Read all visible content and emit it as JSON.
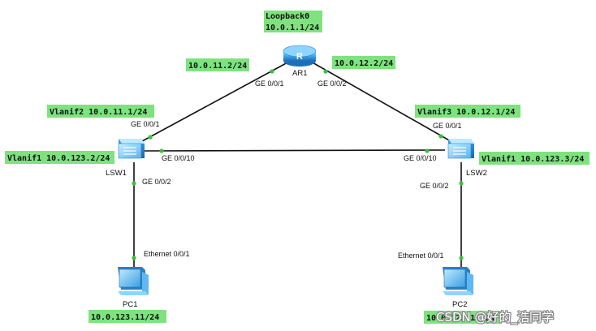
{
  "devices": {
    "ar1": "AR1",
    "lsw1": "LSW1",
    "lsw2": "LSW2",
    "pc1": "PC1",
    "pc2": "PC2"
  },
  "ip_labels": {
    "loopback_name": "Loopback0",
    "loopback_ip": "10.0.1.1/24",
    "ar1_ge001": "10.0.11.2/24",
    "ar1_ge002": "10.0.12.2/24",
    "lsw1_vlanif2": "Vlanif2 10.0.11.1/24",
    "lsw1_vlanif1": "Vlanif1 10.0.123.2/24",
    "lsw2_vlanif3": "Vlanif3 10.0.12.1/24",
    "lsw2_vlanif1": "Vlanif1 10.0.123.3/24",
    "pc1_ip": "10.0.123.11/24",
    "pc2_ip": "10.0.123.12/24"
  },
  "ports": {
    "ar1_ge001": "GE 0/0/1",
    "ar1_ge002": "GE 0/0/2",
    "lsw1_ge001": "GE 0/0/1",
    "lsw1_ge0010": "GE 0/0/10",
    "lsw1_ge002": "GE 0/0/2",
    "lsw2_ge001": "GE 0/0/1",
    "lsw2_ge0010": "GE 0/0/10",
    "lsw2_ge002": "GE 0/0/2",
    "pc1_eth": "Ethernet 0/0/1",
    "pc2_eth": "Ethernet 0/0/1"
  },
  "watermark": "CSDN @好的_浩同学",
  "colors": {
    "label_bg": "#7ee27e",
    "port_dot": "#39c239",
    "device_blue": "#3aa0e8",
    "link": "#111111"
  },
  "icons": {
    "ar1": "router-icon",
    "lsw1": "switch-icon",
    "lsw2": "switch-icon",
    "pc1": "pc-icon",
    "pc2": "pc-icon"
  }
}
